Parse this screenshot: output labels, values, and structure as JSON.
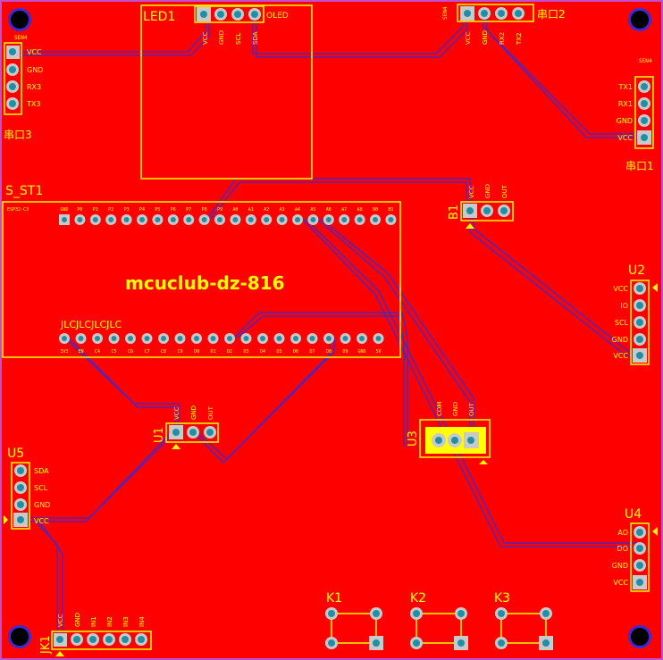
{
  "board": {
    "title": "mcuclub-dz-816",
    "colors": {
      "copper": "#ff0000",
      "silkscreen": "#ffff00",
      "trace": "#3b2bd6",
      "pad_ring": "#c9c9c9",
      "pad_hole": "#1f8fa6",
      "mount_hole": "#000000"
    }
  },
  "components": {
    "led1": {
      "ref": "LED1",
      "name": "OLED",
      "pins": [
        "VCC",
        "GND",
        "SCL",
        "SDA"
      ]
    },
    "uart2": {
      "ref": "串口2",
      "pins": [
        "VCC",
        "GND",
        "RX2",
        "TX2"
      ]
    },
    "uart3": {
      "ref": "串口3",
      "pins": [
        "VCC",
        "GND",
        "RX3",
        "TX3"
      ]
    },
    "uart1": {
      "ref": "串口1",
      "pins": [
        "TX1",
        "RX1",
        "GND",
        "VCC"
      ]
    },
    "mcu": {
      "ref": "S_ST1",
      "top_pins": [
        "GND",
        "P0",
        "P1",
        "P2",
        "P3",
        "P4",
        "P5",
        "P6",
        "P7",
        "P8",
        "P9",
        "A0",
        "A1",
        "A2",
        "A3",
        "A4",
        "A5",
        "A6",
        "A7",
        "A8",
        "B0",
        "B1"
      ],
      "bottom_label": "JLCJLCJLCJLC",
      "bottom_pins": [
        "3V3",
        "EN",
        "C4",
        "C5",
        "C6",
        "C7",
        "C8",
        "C9",
        "D0",
        "D1",
        "D2",
        "D3",
        "D4",
        "D5",
        "D6",
        "D7",
        "D8",
        "D9",
        "GND",
        "5V"
      ]
    },
    "b1": {
      "ref": "B1",
      "pins": [
        "VCC",
        "GND",
        "OUT"
      ]
    },
    "u2": {
      "ref": "U2",
      "pins": [
        "VCC",
        "IO",
        "SCL",
        "GND",
        "VCC"
      ]
    },
    "u1": {
      "ref": "U1",
      "pins": [
        "VCC",
        "GND",
        "OUT"
      ]
    },
    "u3": {
      "ref": "U3",
      "pins": [
        "COM",
        "GND",
        "OUT"
      ]
    },
    "u5": {
      "ref": "U5",
      "pins": [
        "SDA",
        "SCL",
        "GND",
        "VCC"
      ]
    },
    "u4": {
      "ref": "U4",
      "pins": [
        "AO",
        "DO",
        "GND",
        "VCC"
      ]
    },
    "jk1": {
      "ref": "JK1",
      "pins": [
        "VCC",
        "GND",
        "IN1",
        "IN2",
        "IN3",
        "IN4"
      ]
    },
    "k1": {
      "ref": "K1"
    },
    "k2": {
      "ref": "K2"
    },
    "k3": {
      "ref": "K3"
    }
  }
}
